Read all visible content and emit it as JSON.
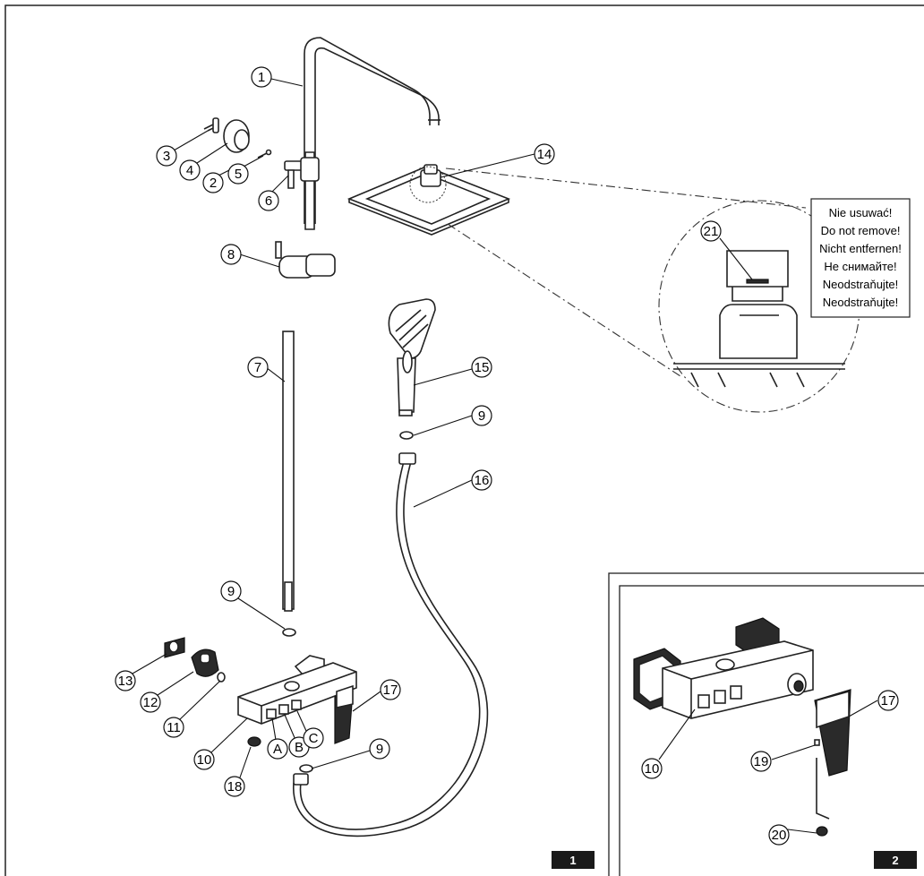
{
  "callouts": [
    {
      "id": "1"
    },
    {
      "id": "2"
    },
    {
      "id": "3"
    },
    {
      "id": "4"
    },
    {
      "id": "5"
    },
    {
      "id": "6"
    },
    {
      "id": "7"
    },
    {
      "id": "8"
    },
    {
      "id": "9"
    },
    {
      "id": "10"
    },
    {
      "id": "11"
    },
    {
      "id": "12"
    },
    {
      "id": "13"
    },
    {
      "id": "14"
    },
    {
      "id": "15"
    },
    {
      "id": "16"
    },
    {
      "id": "17"
    },
    {
      "id": "18"
    },
    {
      "id": "19"
    },
    {
      "id": "20"
    },
    {
      "id": "21"
    },
    {
      "id": "A"
    },
    {
      "id": "B"
    },
    {
      "id": "C"
    }
  ],
  "labels": {
    "c1": "1",
    "c2": "2",
    "c3": "3",
    "c4": "4",
    "c5": "5",
    "c6": "6",
    "c7": "7",
    "c8": "8",
    "c9": "9",
    "c10": "10",
    "c11": "11",
    "c12": "12",
    "c13": "13",
    "c14": "14",
    "c15": "15",
    "c16": "16",
    "c17": "17",
    "c18": "18",
    "c19": "19",
    "c20": "20",
    "c21": "21",
    "cA": "A",
    "cB": "B",
    "cC": "C"
  },
  "warning": {
    "lines": [
      "Nie usuwać!",
      "Do not remove!",
      "Nicht entfernen!",
      "Не снимайте!",
      "Neodstraňujte!",
      "Neodstraňujte!"
    ]
  },
  "panels": {
    "panel1_number": "1",
    "panel2_number": "2"
  }
}
